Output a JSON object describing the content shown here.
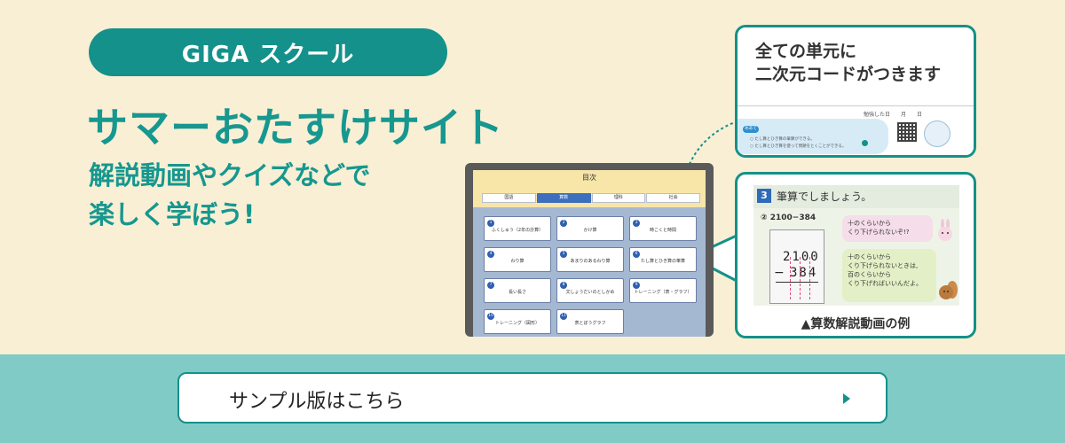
{
  "badge": "GIGA スクール",
  "title": "サマーおたすけサイト",
  "subtitle": [
    "解説動画やクイズなどで",
    "楽しく学ぼう!"
  ],
  "tablet": {
    "heading": "目次",
    "tabs": [
      "国語",
      "算数",
      "理科",
      "社会"
    ],
    "active_tab": "算数",
    "cards": [
      {
        "num": "1",
        "label": "ふくしゅう（2年の計算）"
      },
      {
        "num": "2",
        "label": "かけ算"
      },
      {
        "num": "3",
        "label": "時こくと時間"
      },
      {
        "num": "4",
        "label": "わり算"
      },
      {
        "num": "5",
        "label": "あまりのあるわり算"
      },
      {
        "num": "6",
        "label": "たし算とひき算の筆算"
      },
      {
        "num": "7",
        "label": "長い長さ"
      },
      {
        "num": "8",
        "label": "文しょうだいのとしかめ"
      },
      {
        "num": "9",
        "label": "トレーニング（表・グラフ）"
      },
      {
        "num": "10",
        "label": "トレーニング（図形）"
      },
      {
        "num": "11",
        "label": "表とぼうグラフ"
      }
    ]
  },
  "callout_qr": {
    "title": [
      "全ての単元に",
      "二次元コードがつきます"
    ],
    "date_label": "勉強した日　　月　　日",
    "badge": "めあて",
    "lines": [
      "○ たし算とひき算の筆算ができる。",
      "○ たし算とひき算を使って問題をとくことができる。"
    ]
  },
  "callout_video": {
    "problem_number": "3",
    "heading": "筆算でしましょう。",
    "problem": "② 2100−384",
    "row1": "2100",
    "row2": "384",
    "minus": "−",
    "bubble1": [
      "十のくらいから",
      "くり下げられないぞ!?"
    ],
    "bubble2": [
      "十のくらいから",
      "くり下げられないときは,",
      "百のくらいから",
      "くり下げればいいんだよ。"
    ],
    "caption": "▲算数解説動画の例"
  },
  "cta": {
    "label": "サンプル版はこちら"
  },
  "colors": {
    "teal": "#14918a",
    "cream": "#f8efd4",
    "band": "#80cbc5"
  }
}
